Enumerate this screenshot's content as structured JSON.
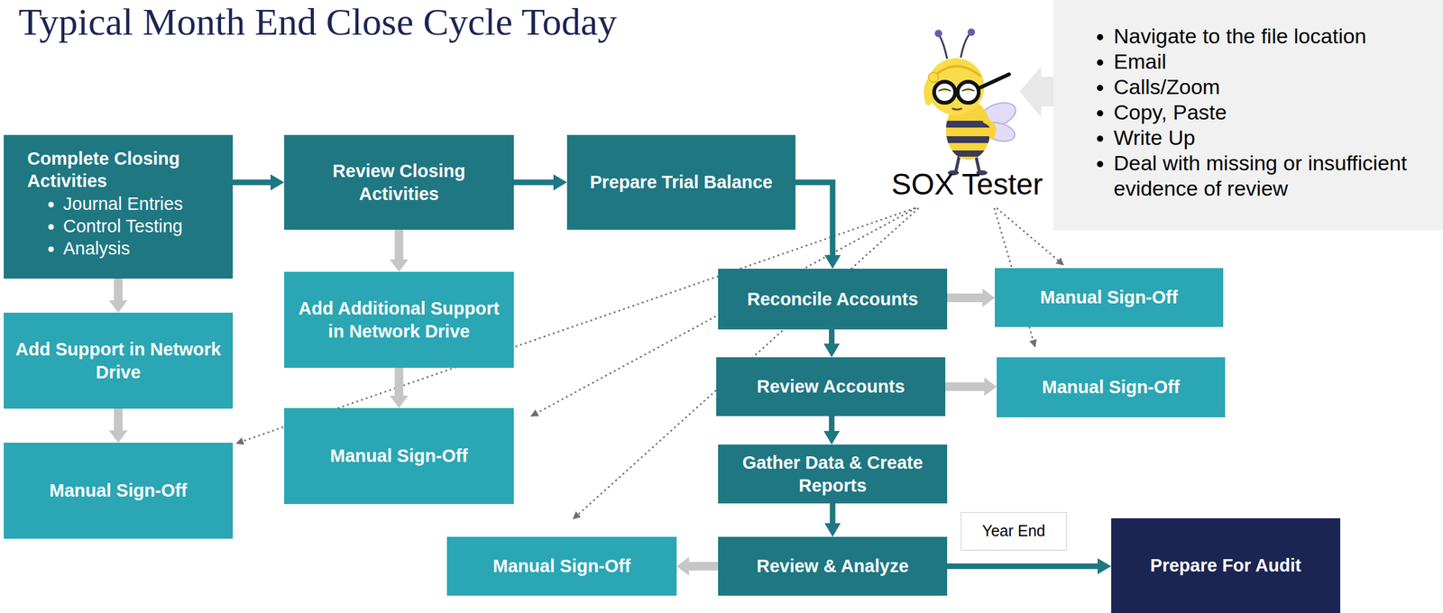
{
  "diagram": {
    "title": "Typical Month End Close Cycle Today",
    "nodes": [
      {
        "text": [
          "Complete Closing Activities",
          "Journal Entries",
          "Control Testing",
          "Analysis"
        ]
      },
      {
        "text": [
          "Review Closing Activities"
        ]
      },
      {
        "text": [
          "Prepare Trial Balance"
        ]
      },
      {
        "text": [
          "Navigate to the file location",
          "Email",
          "Calls/Zoom",
          "Copy, Paste",
          "Write Up",
          "Deal with missing or insufficient evidence of review"
        ]
      },
      {
        "text": [
          "Add Additional Support in Network Drive"
        ]
      },
      {
        "text": [
          "Reconcile Accounts"
        ]
      },
      {
        "text": [
          "Manual Sign-Off"
        ]
      },
      {
        "text": [
          "Add Support in Network Drive"
        ]
      },
      {
        "text": [
          "Review Accounts"
        ]
      },
      {
        "text": [
          "Manual Sign-Off"
        ]
      },
      {
        "text": [
          "Manual Sign-Off"
        ]
      },
      {
        "text": [
          "Manual Sign-Off"
        ]
      },
      {
        "text": [
          "Gather Data & Create Reports"
        ]
      },
      {
        "text": [
          "Year End"
        ]
      },
      {
        "text": [
          "Prepare For Audit"
        ]
      },
      {
        "text": [
          "Manual Sign-Off"
        ]
      },
      {
        "text": [
          "Review & Analyze"
        ]
      }
    ],
    "edges": [
      {
        "from": 0,
        "to": 1,
        "arrow": "to"
      },
      {
        "from": 1,
        "to": 2,
        "arrow": "to"
      },
      {
        "from": 2,
        "to": 5,
        "arrow": "to"
      },
      {
        "from": 0,
        "to": 7,
        "arrow": "to"
      },
      {
        "from": 7,
        "to": 11,
        "arrow": "to"
      },
      {
        "from": 1,
        "to": 4,
        "arrow": "to"
      },
      {
        "from": 4,
        "to": 10,
        "arrow": "to"
      },
      {
        "from": 5,
        "to": 6,
        "arrow": "to"
      },
      {
        "from": 5,
        "to": 8,
        "arrow": "to"
      },
      {
        "from": 8,
        "to": 9,
        "arrow": "to"
      },
      {
        "from": 8,
        "to": 12,
        "arrow": "to"
      },
      {
        "from": 12,
        "to": 16,
        "arrow": "to"
      },
      {
        "from": 16,
        "to": 15,
        "arrow": "to"
      },
      {
        "from": 16,
        "to": 14,
        "arrow": "to"
      }
    ],
    "labels": [
      "SOX Tester"
    ]
  }
}
